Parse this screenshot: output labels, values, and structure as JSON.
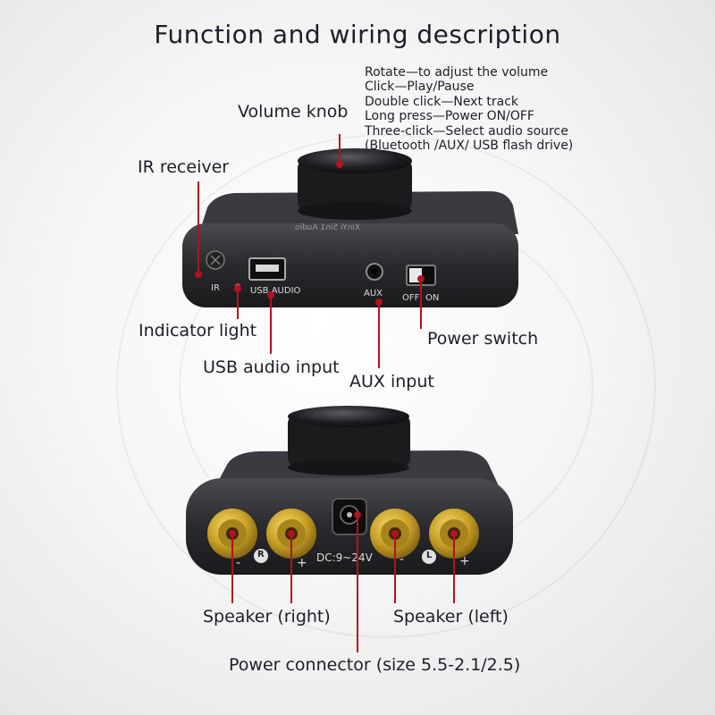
{
  "title": "Function and wiring description",
  "knob_description": [
    "Rotate—to adjust the volume",
    "Click—Play/Pause",
    "Double click—Next track",
    "Long press—Power ON/OFF",
    "Three-click—Select audio source",
    "(Bluetooth /AUX/ USB flash drive)"
  ],
  "labels": {
    "volume_knob": "Volume knob",
    "ir_receiver": "IR receiver",
    "indicator_light": "Indicator light",
    "usb_audio_input": "USB audio input",
    "aux_input": "AUX input",
    "power_switch": "Power switch",
    "speaker_right": "Speaker (right)",
    "speaker_left": "Speaker (left)",
    "power_connector": "Power connector (size 5.5-2.1/2.5)"
  },
  "device_text": {
    "ir": "IR",
    "usb_audio": "USB AUDIO",
    "aux": "AUX",
    "off": "OFF",
    "on": "ON",
    "dc": "DC:9~24V",
    "minus": "-",
    "plus": "+",
    "r": "R",
    "l": "L",
    "brand": "XinYi 5in1 Audio"
  },
  "colors": {
    "callout": "#b3121f",
    "device_body": "#2a2a2e",
    "terminal_gold": "#c9a227"
  }
}
